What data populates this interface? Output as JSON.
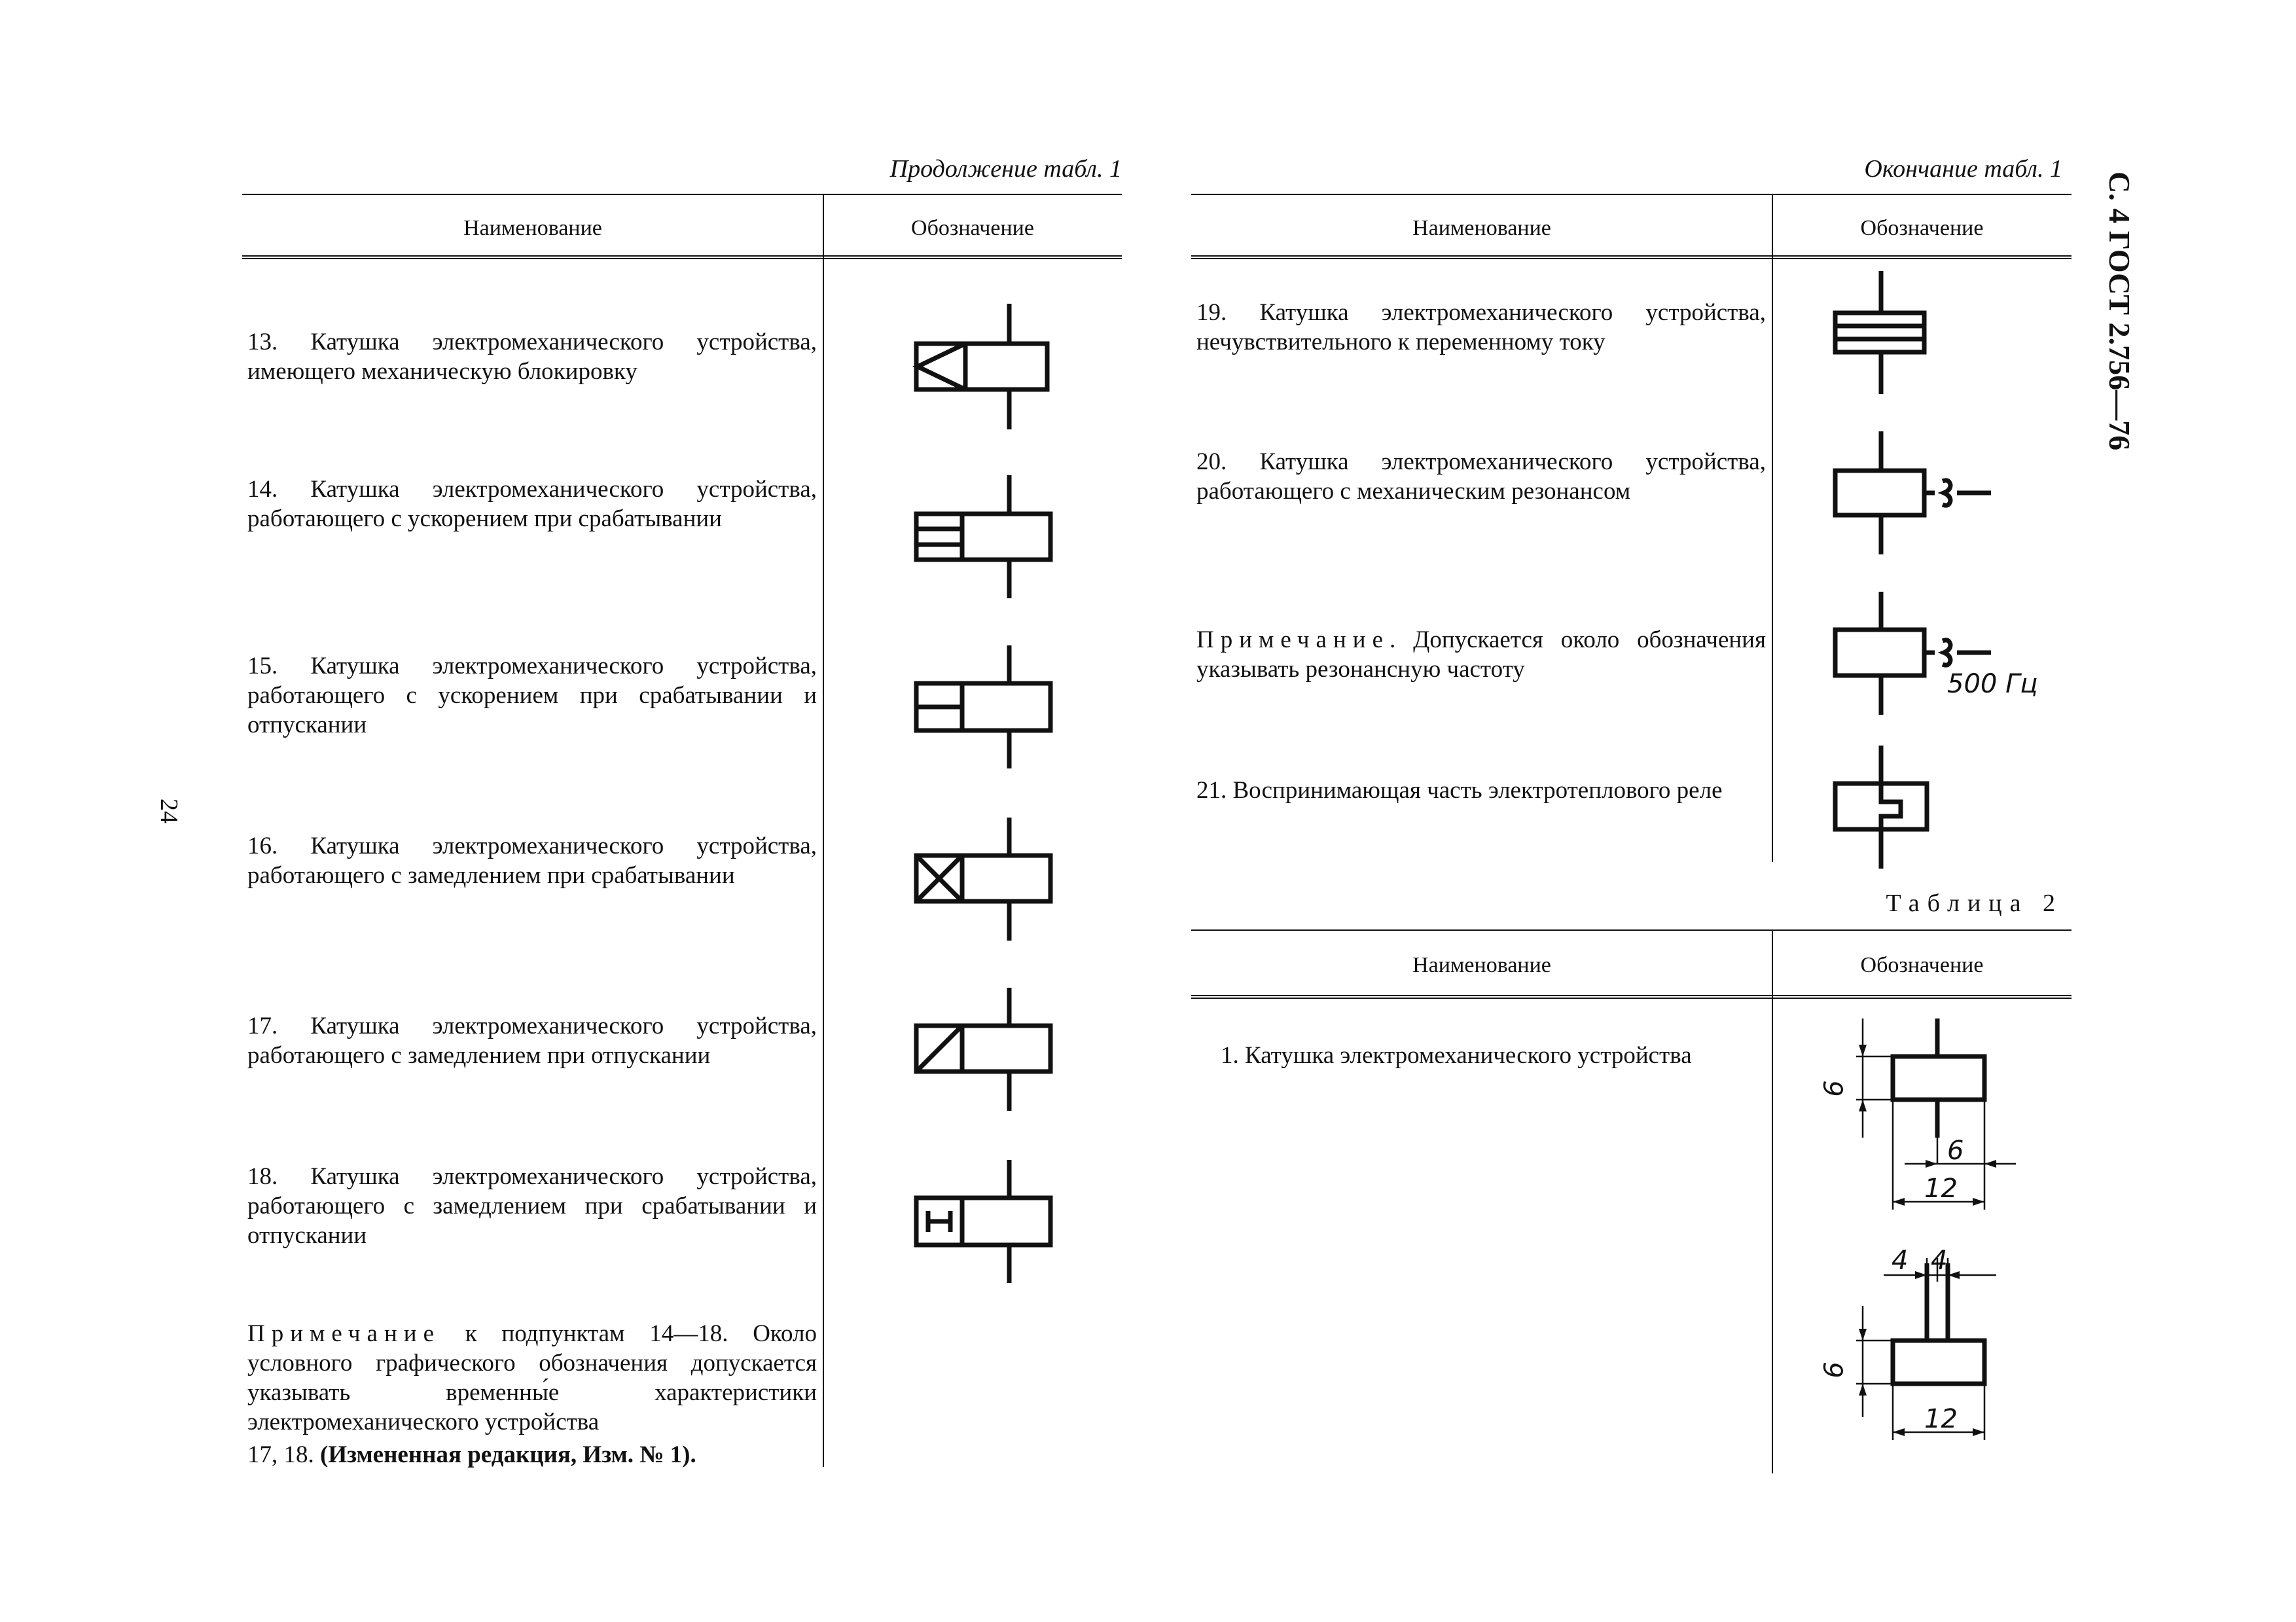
{
  "left_table": {
    "caption": "Продолжение табл. 1",
    "col_name": "Наименование",
    "col_symbol": "Обозначение",
    "items": [
      "13. Катушка электромеханического устрой­ства, имеющего механическую блокировку",
      "14. Катушка электромеханического устрой­ства, работающего с ускорением при сра­батывании",
      "15. Катушка электромеханического устрой­ства, работающего с ускорением при сраба­тывании и отпускании",
      "16. Катушка электромеханического устрой­ства, работающего с замедлением при сраба­тывании",
      "17. Катушка электромеханического устрой­ства, работающего с замедлением при отпускании",
      "18. Катушка электромеханического устрой­ства, работающего с замедлением при срабатывании и отпускании"
    ],
    "note_spaced": "Примечание",
    "note_text": " к подпунктам 14—18. Около условного графического обозначения допускается указывать временны́е характе­ристики электромеханического устройства",
    "amend_prefix": "17, 18. ",
    "amend_bold": "(Измененная редакция, Изм. № 1)."
  },
  "right_table": {
    "caption": "Окончание табл. 1",
    "col_name": "Наименование",
    "col_symbol": "Обозначение",
    "items": [
      "19. Катушка электромеханического устрой­ства, нечувствительного к переменному току",
      "20. Катушка электромеханического устрой­ства, работающего с механическим резонансом"
    ],
    "note_spaced": "Примечание",
    "note_text": ". Допускается около обозначения указывать резонансную частоту",
    "freq_label": "500 Гц",
    "item_21": "21. Воспринимающая часть электротеплового реле"
  },
  "table2": {
    "caption": "Таблица 2",
    "col_name": "Наименование",
    "col_symbol": "Обозначение",
    "item_1": "1. Катушка электромеханического устройства",
    "dims": {
      "d6": "6",
      "d12": "12",
      "d4a": "4",
      "d4b": "4"
    }
  },
  "page_number": "24",
  "running_header": "С. 4 ГОСТ 2.756—76"
}
